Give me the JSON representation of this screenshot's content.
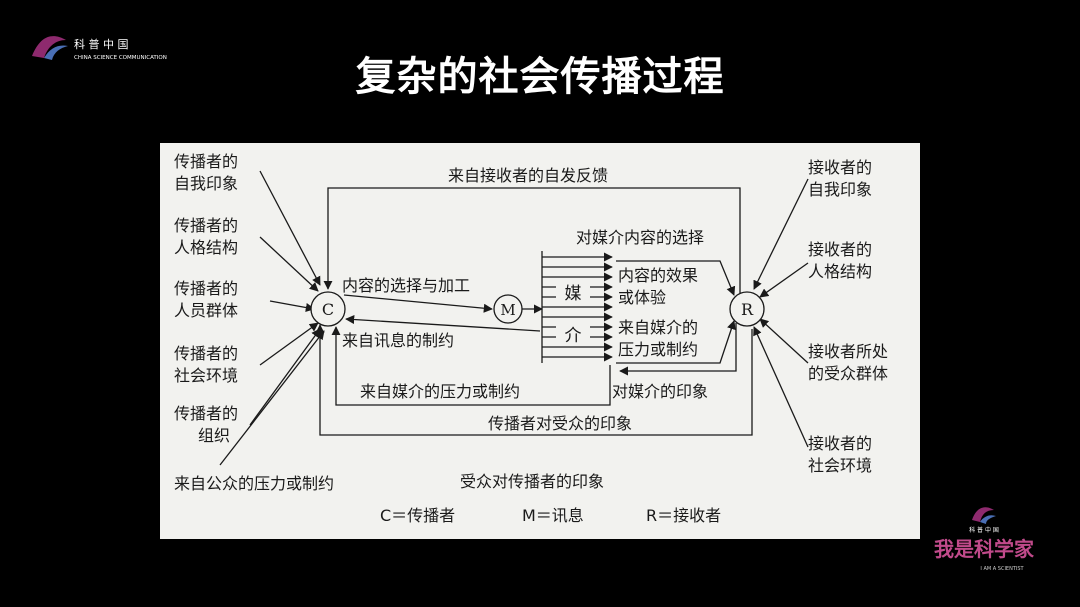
{
  "slide_title": "复杂的社会传播过程",
  "logo_top_left": {
    "name": "科 普 中 国",
    "subtitle": "CHINA SCIENCE COMMUNICATION",
    "color": "#8e2a6e"
  },
  "logo_bottom_right": {
    "small": "科 普 中 国",
    "name": "我是科学家",
    "subtitle": "I AM A SCIENTIST",
    "color": "#c04a8a"
  },
  "diagram": {
    "nodes": {
      "c": "C",
      "m": "M",
      "r": "R"
    },
    "medium_chars": [
      "媒",
      "介"
    ],
    "left_factors": [
      [
        "传播者的",
        "自我印象"
      ],
      [
        "传播者的",
        "人格结构"
      ],
      [
        "传播者的",
        "人员群体"
      ],
      [
        "传播者的",
        "社会环境"
      ],
      [
        "传播者的",
        "组织"
      ]
    ],
    "left_bottom": "来自公众的压力或制约",
    "right_factors": [
      [
        "接收者的",
        "自我印象"
      ],
      [
        "接收者的",
        "人格结构"
      ],
      [
        "接收者所处",
        "的受众群体"
      ],
      [
        "接收者的",
        "社会环境"
      ]
    ],
    "flows": {
      "feedback": "来自接收者的自发反馈",
      "content_selection": "内容的选择与加工",
      "message_constraint": "来自讯息的制约",
      "media_selection": "对媒介内容的选择",
      "content_effect": [
        "内容的效果",
        "或体验"
      ],
      "media_pressure_right": [
        "来自媒介的",
        "压力或制约"
      ],
      "media_pressure_left": "来自媒介的压力或制约",
      "media_image": "对媒介的印象",
      "communicator_image": "传播者对受众的印象",
      "audience_image": "受众对传播者的印象"
    },
    "legend": [
      "C＝传播者",
      "M＝讯息",
      "R＝接收者"
    ]
  }
}
